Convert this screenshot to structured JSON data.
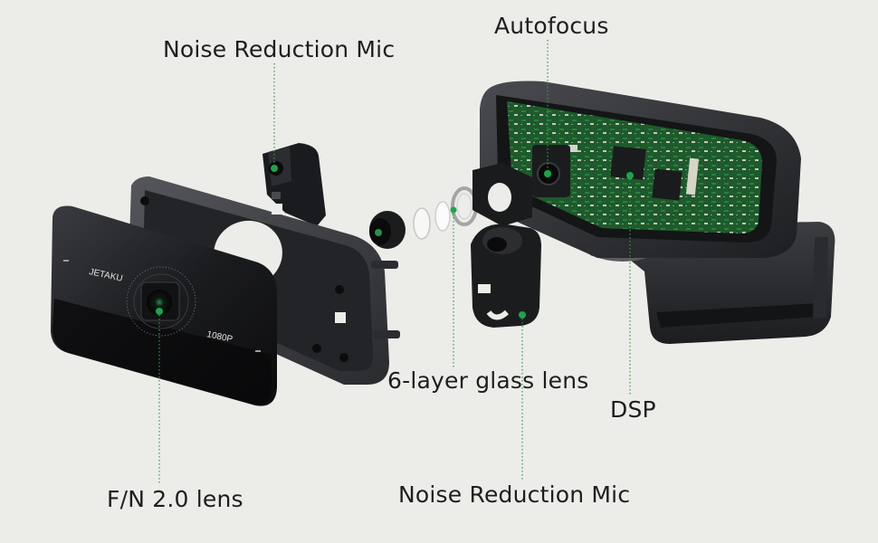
{
  "callouts": {
    "noise_mic_top": "Noise Reduction Mic",
    "autofocus": "Autofocus",
    "glass_lens": "6-layer glass lens",
    "dsp": "DSP",
    "fn_lens": "F/N 2.0 lens",
    "noise_mic_bottom": "Noise Reduction Mic"
  },
  "device": {
    "brand": "JETAKU",
    "resolution": "1080P"
  },
  "colors": {
    "background": "#ecece9",
    "leader_line": "#2f9e44",
    "leader_dot": "#1fa34a",
    "body": "#2b2c30",
    "pcb": "#1f5a2e"
  }
}
